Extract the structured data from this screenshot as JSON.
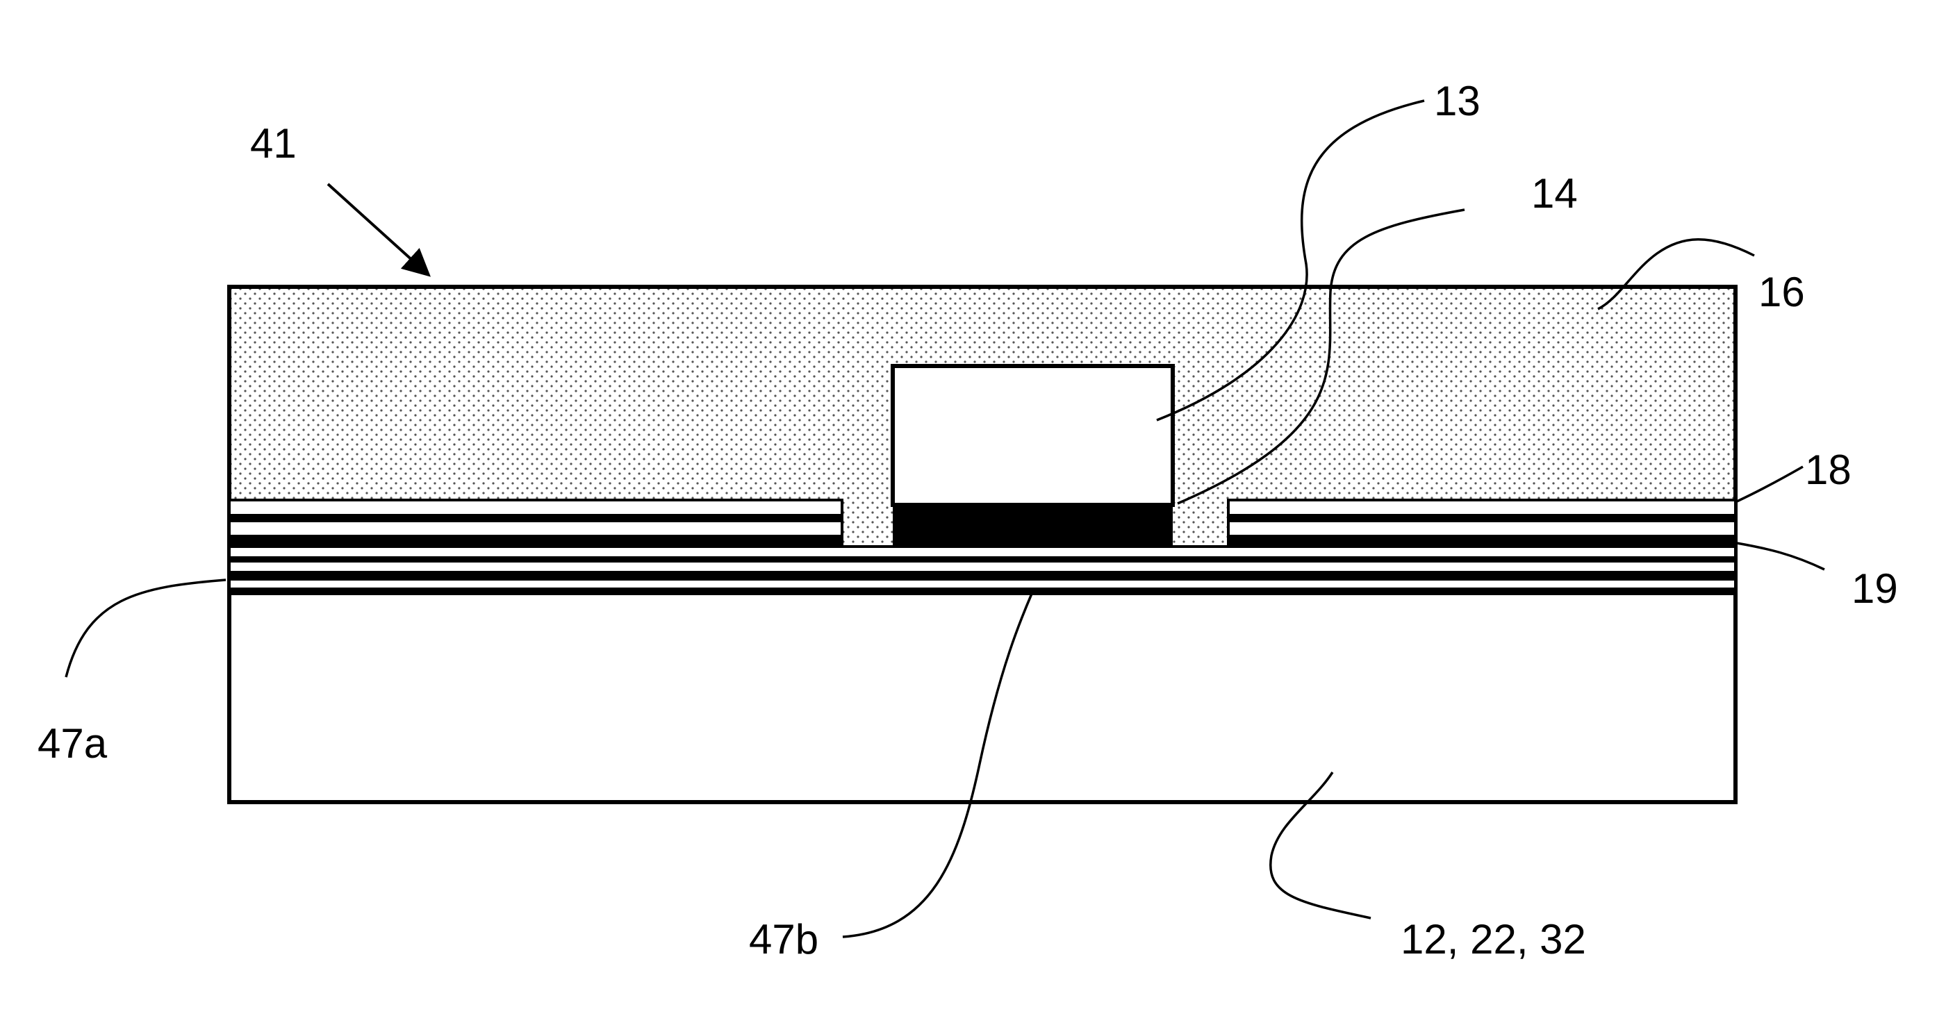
{
  "labels": {
    "ref_41": "41",
    "ref_13": "13",
    "ref_14": "14",
    "ref_16": "16",
    "ref_18": "18",
    "ref_19": "19",
    "ref_47a": "47a",
    "ref_47b": "47b",
    "ref_12_22_32": "12, 22, 32"
  },
  "colors": {
    "line": "#000000",
    "background": "#ffffff",
    "stipple": "#555555"
  }
}
